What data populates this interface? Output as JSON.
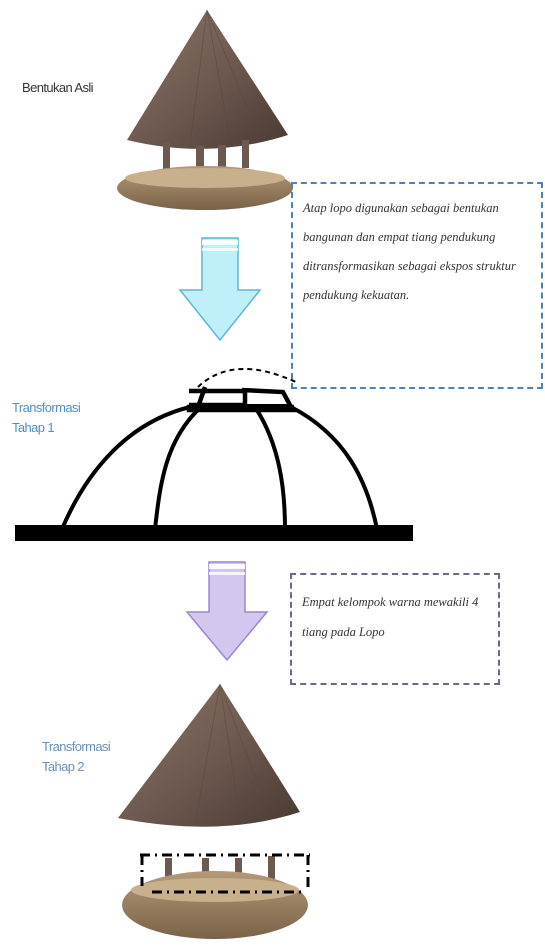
{
  "stages": [
    {
      "label": "Bentukan Asli",
      "color": "#333333"
    },
    {
      "label": "Transformasi\nTahap 1",
      "color": "#4a90d0"
    },
    {
      "label": "Transformasi\nTahap 2",
      "color": "#6b8fb8"
    }
  ],
  "notes": [
    {
      "text": "Atap lopo digunakan sebagai bentukan bangunan dan empat tiang pendukung ditransformasikan sebagai ekspos struktur pendukung kekuatan.",
      "border": "#4f80b6"
    },
    {
      "text": "Empat kelompok warna mewakili 4 tiang pada Lopo",
      "border": "#6a6a88"
    }
  ],
  "arrows": [
    {
      "icon": "down-arrow-icon",
      "fill": "#bfeff8",
      "stroke": "#5fb7d4"
    },
    {
      "icon": "down-arrow-icon",
      "fill": "#d3c7ef",
      "stroke": "#9b87c9"
    }
  ]
}
